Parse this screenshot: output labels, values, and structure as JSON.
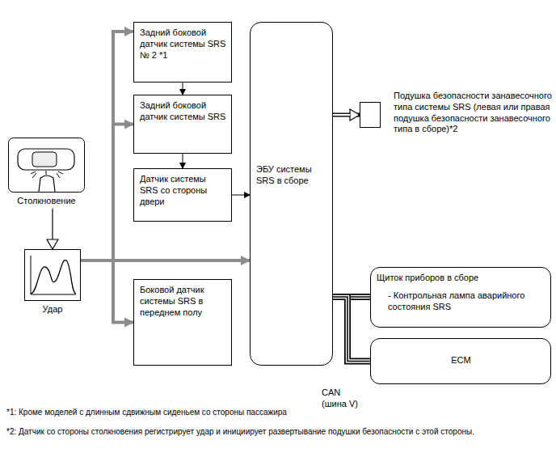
{
  "diagram": {
    "nodes": [
      {
        "text": [
          "Столкновение"
        ]
      },
      {
        "text": [
          "Удар"
        ]
      },
      {
        "text": [
          "Задний боковой датчик системы SRS № 2 *1"
        ]
      },
      {
        "text": [
          "Задний боковой датчик системы SRS"
        ]
      },
      {
        "text": [
          "Датчик системы SRS со стороны двери"
        ]
      },
      {
        "text": [
          "Боковой датчик системы SRS в переднем полу"
        ]
      },
      {
        "text": [
          "ЭБУ системы SRS в сборе"
        ]
      },
      {
        "text": [
          "Подушка безопасности занавесочного типа системы SRS (левая или правая подушка безопасности занавесочного типа в сборе)*2"
        ]
      },
      {
        "text": [
          "Щиток приборов в сборе",
          "- Контрольная лампа аварийного состояния SRS"
        ]
      },
      {
        "text": [
          "ECM"
        ]
      }
    ],
    "edges": [
      {
        "from": 0,
        "to": 1,
        "arrow": "to"
      },
      {
        "from": 1,
        "to": 2,
        "arrow": "to"
      },
      {
        "from": 1,
        "to": 3,
        "arrow": "to"
      },
      {
        "from": 1,
        "to": 6,
        "arrow": "to"
      },
      {
        "from": 1,
        "to": 5,
        "arrow": "to"
      },
      {
        "from": 2,
        "to": 3,
        "arrow": "to"
      },
      {
        "from": 3,
        "to": 4,
        "arrow": "to"
      },
      {
        "from": 4,
        "to": 6,
        "arrow": "to"
      },
      {
        "from": 6,
        "to": 7,
        "arrow": "to"
      },
      {
        "from": 6,
        "to": 8,
        "arrow": "none"
      },
      {
        "from": 6,
        "to": 9,
        "arrow": "none"
      }
    ],
    "labels": [
      "CAN (шина V)",
      "*1: Кроме моделей с длинным сдвижным сиденьем со стороны пассажира",
      "*2: Датчик со стороны столкновения регистрирует удар и инициирует развертывание подушки безопасности с этой стороны."
    ]
  }
}
